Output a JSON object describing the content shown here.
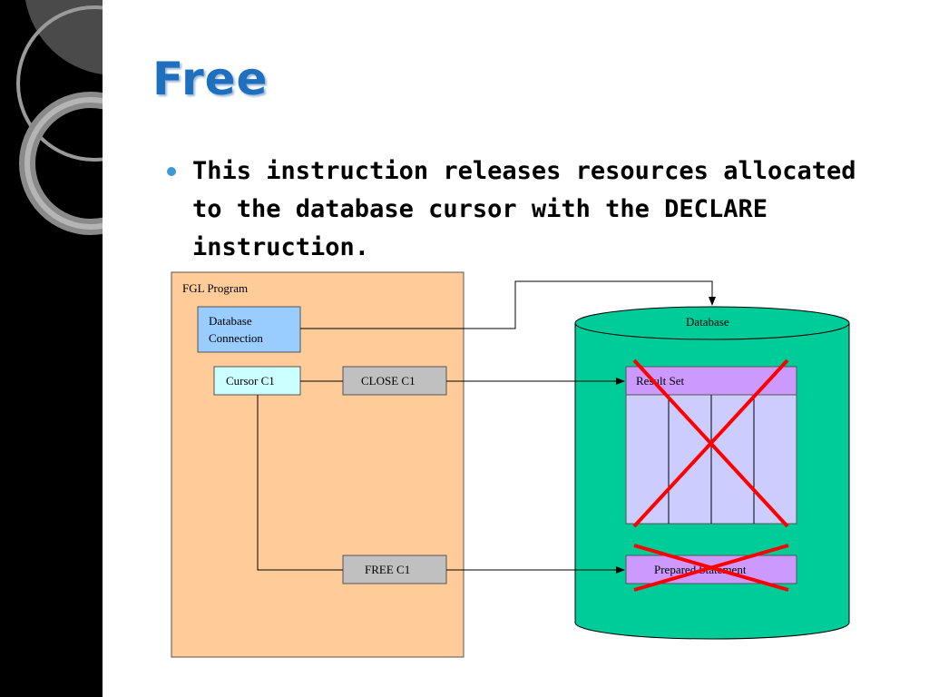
{
  "slide": {
    "title": "Free",
    "bullet": "This instruction releases resources allocated to the database cursor with the DECLARE instruction."
  },
  "diagram": {
    "program_label": "FGL Program",
    "db_connection_label": [
      "Database",
      "Connection"
    ],
    "cursor_label": "Cursor C1",
    "close_label": "CLOSE C1",
    "free_label": "FREE C1",
    "database_label": "Database",
    "result_set_label": "Result Set",
    "prepared_statement_label": "Prepared Statement"
  },
  "colors": {
    "title": "#1f6fbf",
    "bullet": "#3b9ad6",
    "program_box": "#ffcc99",
    "db_connection_box": "#99ccff",
    "cursor_box": "#ccffff",
    "command_box": "#c0c0c0",
    "database_cylinder": "#00cc99",
    "header_band": "#cc99ff",
    "table_body": "#ccccff",
    "cross": "#ff0000"
  }
}
